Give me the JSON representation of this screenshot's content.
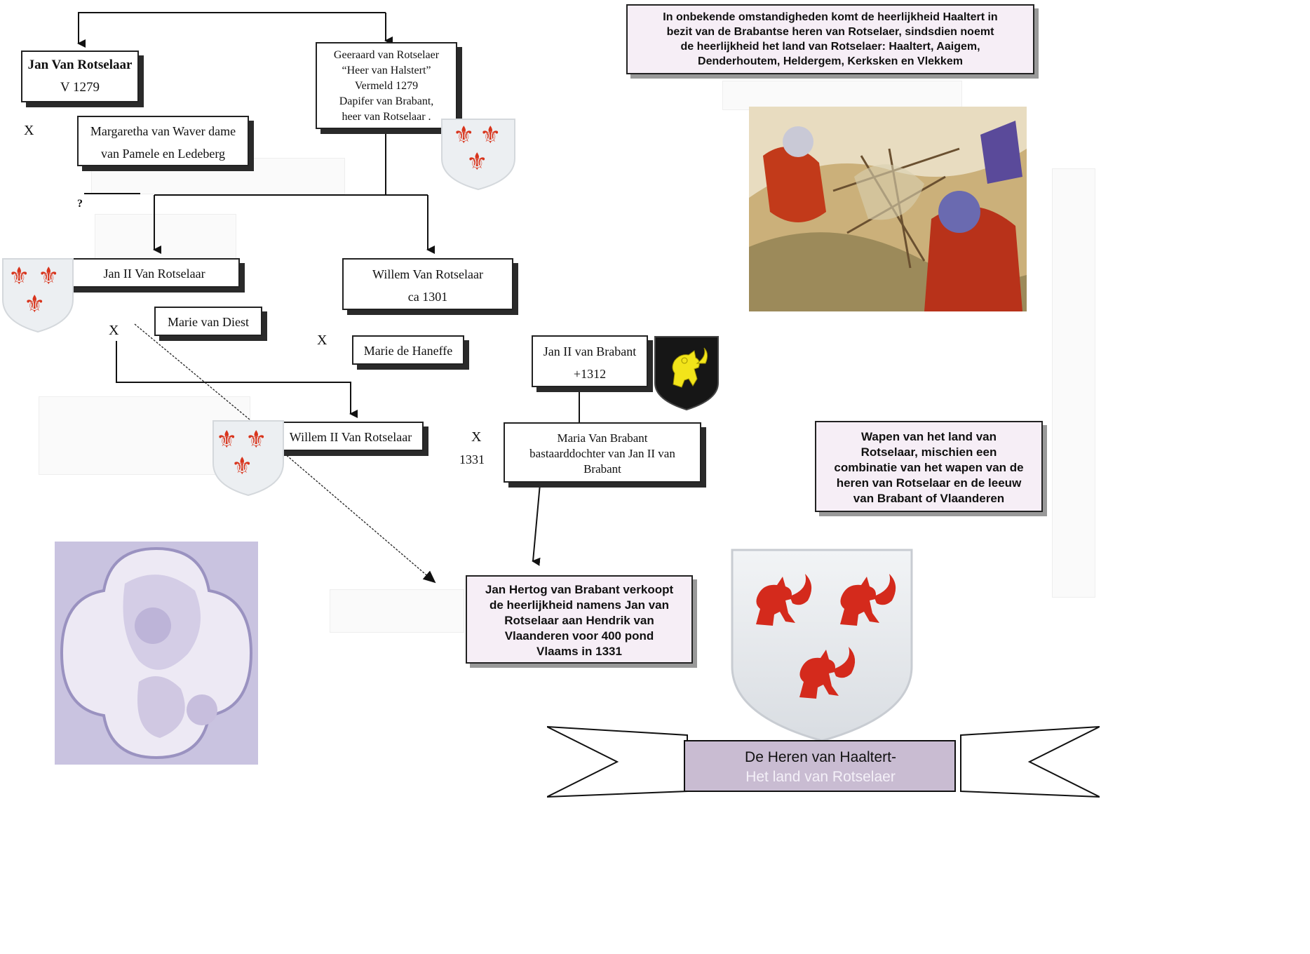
{
  "title": {
    "line1": "De Heren van Haaltert-",
    "line2": "Het land van Rotselaer"
  },
  "persons": {
    "jan_van_rotselaar": {
      "name": "Jan Van Rotselaar",
      "detail": "V 1279"
    },
    "geeraard": {
      "line1": "Geeraard van Rotselaer",
      "line2": "“Heer van Halstert”",
      "line3": "Vermeld 1279",
      "line4": "Dapifer van Brabant,",
      "line5": "heer van Rotselaar ."
    },
    "margaretha": {
      "line1": "Margaretha van Waver dame",
      "line2": "van Pamele en Ledeberg"
    },
    "jan_ii": {
      "name": "Jan  II Van Rotselaar"
    },
    "willem": {
      "name": "Willem Van Rotselaar",
      "detail": "ca 1301"
    },
    "marie_diest": {
      "name": "Marie van Diest"
    },
    "marie_haneffe": {
      "name": "Marie de Haneffe"
    },
    "jan_ii_brabant": {
      "name": "Jan II van Brabant",
      "detail": "+1312"
    },
    "willem_ii": {
      "name": "Willem II Van Rotselaar"
    },
    "maria_brabant": {
      "line1": "Maria Van Brabant",
      "line2": "bastaarddochter van Jan II van",
      "line3": "Brabant"
    }
  },
  "marks": {
    "x1": "X",
    "x2": "X",
    "x3": "X",
    "x4": "X",
    "year_1331": "1331",
    "question": "?"
  },
  "notes": {
    "top": {
      "line1": "In onbekende omstandigheden komt de heerlijkheid Haaltert in",
      "line2": "bezit van de Brabantse heren van Rotselaer, sindsdien noemt",
      "line3": "de heerlijkheid het land van Rotselaer: Haaltert, Aaigem,",
      "line4": "Denderhoutem, Heldergem, Kerksken en Vlekkem"
    },
    "wapen": {
      "line1": "Wapen van het land van",
      "line2": "Rotselaar, mischien een",
      "line3": "combinatie van het wapen van de",
      "line4": "heren van Rotselaar en de leeuw",
      "line5": "van Brabant of Vlaanderen"
    },
    "sale": {
      "line1": "Jan Hertog van Brabant verkoopt",
      "line2": "de heerlijkheid namens Jan van",
      "line3": "Rotselaar aan Hendrik van",
      "line4": "Vlaanderen voor 400 pond",
      "line5": "Vlaams in 1331"
    }
  },
  "colors": {
    "fleur_red": "#d8341c",
    "lion_red": "#d42a1c",
    "lion_yellow": "#f2e41a",
    "note_bg": "#f6eef6",
    "banner_fill": "#c9bcd2"
  }
}
